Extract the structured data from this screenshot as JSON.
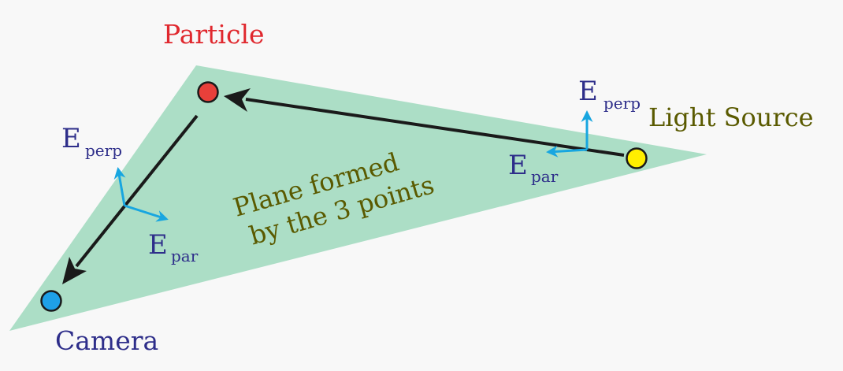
{
  "labels": {
    "particle": "Particle",
    "camera": "Camera",
    "light_source": "Light Source",
    "plane_line1": "Plane formed",
    "plane_line2": "by the 3 points",
    "e": "E",
    "perp": "perp",
    "par": "par"
  },
  "colors": {
    "background": "#f8f8f8",
    "plane_fill": "#acdec6",
    "particle": "#e8403a",
    "camera": "#1ea0e8",
    "light_source": "#ffee00",
    "ray": "#1a1a1a",
    "vector": "#18a6e0",
    "particle_label": "#e0282e",
    "camera_label": "#2e2e8a",
    "e_label": "#2e2e8a",
    "light_label": "#5a5a00",
    "plane_label": "#5a5a00"
  }
}
